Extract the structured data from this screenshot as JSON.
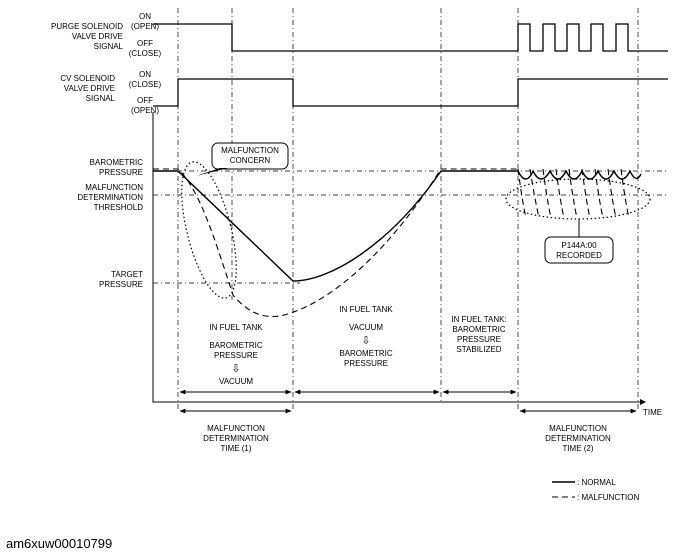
{
  "signals": {
    "purge": {
      "name": [
        "PURGE SOLENOID",
        "VALVE DRIVE",
        "SIGNAL"
      ],
      "on": [
        "ON",
        "(OPEN)"
      ],
      "off": [
        "OFF",
        "(CLOSE)"
      ]
    },
    "cv": {
      "name": [
        "CV SOLENOID",
        "VALVE DRIVE",
        "SIGNAL"
      ],
      "on": [
        "ON",
        "(CLOSE)"
      ],
      "off": [
        "OFF",
        "(OPEN)"
      ]
    }
  },
  "levels": {
    "barometric": [
      "BAROMETRIC",
      "PRESSURE"
    ],
    "threshold": [
      "MALFUNCTION",
      "DETERMINATION",
      "THRESHOLD"
    ],
    "target": [
      "TARGET",
      "PRESSURE"
    ]
  },
  "callouts": {
    "concern": [
      "MALFUNCTION",
      "CONCERN"
    ],
    "recorded": [
      "P144A:00",
      "RECORDED"
    ]
  },
  "phases": {
    "phase1": {
      "line1": "IN FUEL TANK",
      "line2": [
        "BAROMETRIC",
        "PRESSURE"
      ],
      "arrow": "⇩",
      "line3": "VACUUM"
    },
    "phase2": {
      "line1": "IN FUEL TANK",
      "line2": "VACUUM",
      "arrow": "⇩",
      "line3": [
        "BAROMETRIC",
        "PRESSURE"
      ]
    },
    "phase3": [
      "IN FUEL TANK:",
      "BAROMETRIC",
      "PRESSURE",
      "STABILIZED"
    ]
  },
  "time_label": "TIME",
  "determination": {
    "time1": [
      "MALFUNCTION",
      "DETERMINATION",
      "TIME (1)"
    ],
    "time2": [
      "MALFUNCTION",
      "DETERMINATION",
      "TIME (2)"
    ]
  },
  "legend": {
    "normal": ": NORMAL",
    "malfunction": ": MALFUNCTION"
  },
  "doc_id": "am6xuw00010799"
}
